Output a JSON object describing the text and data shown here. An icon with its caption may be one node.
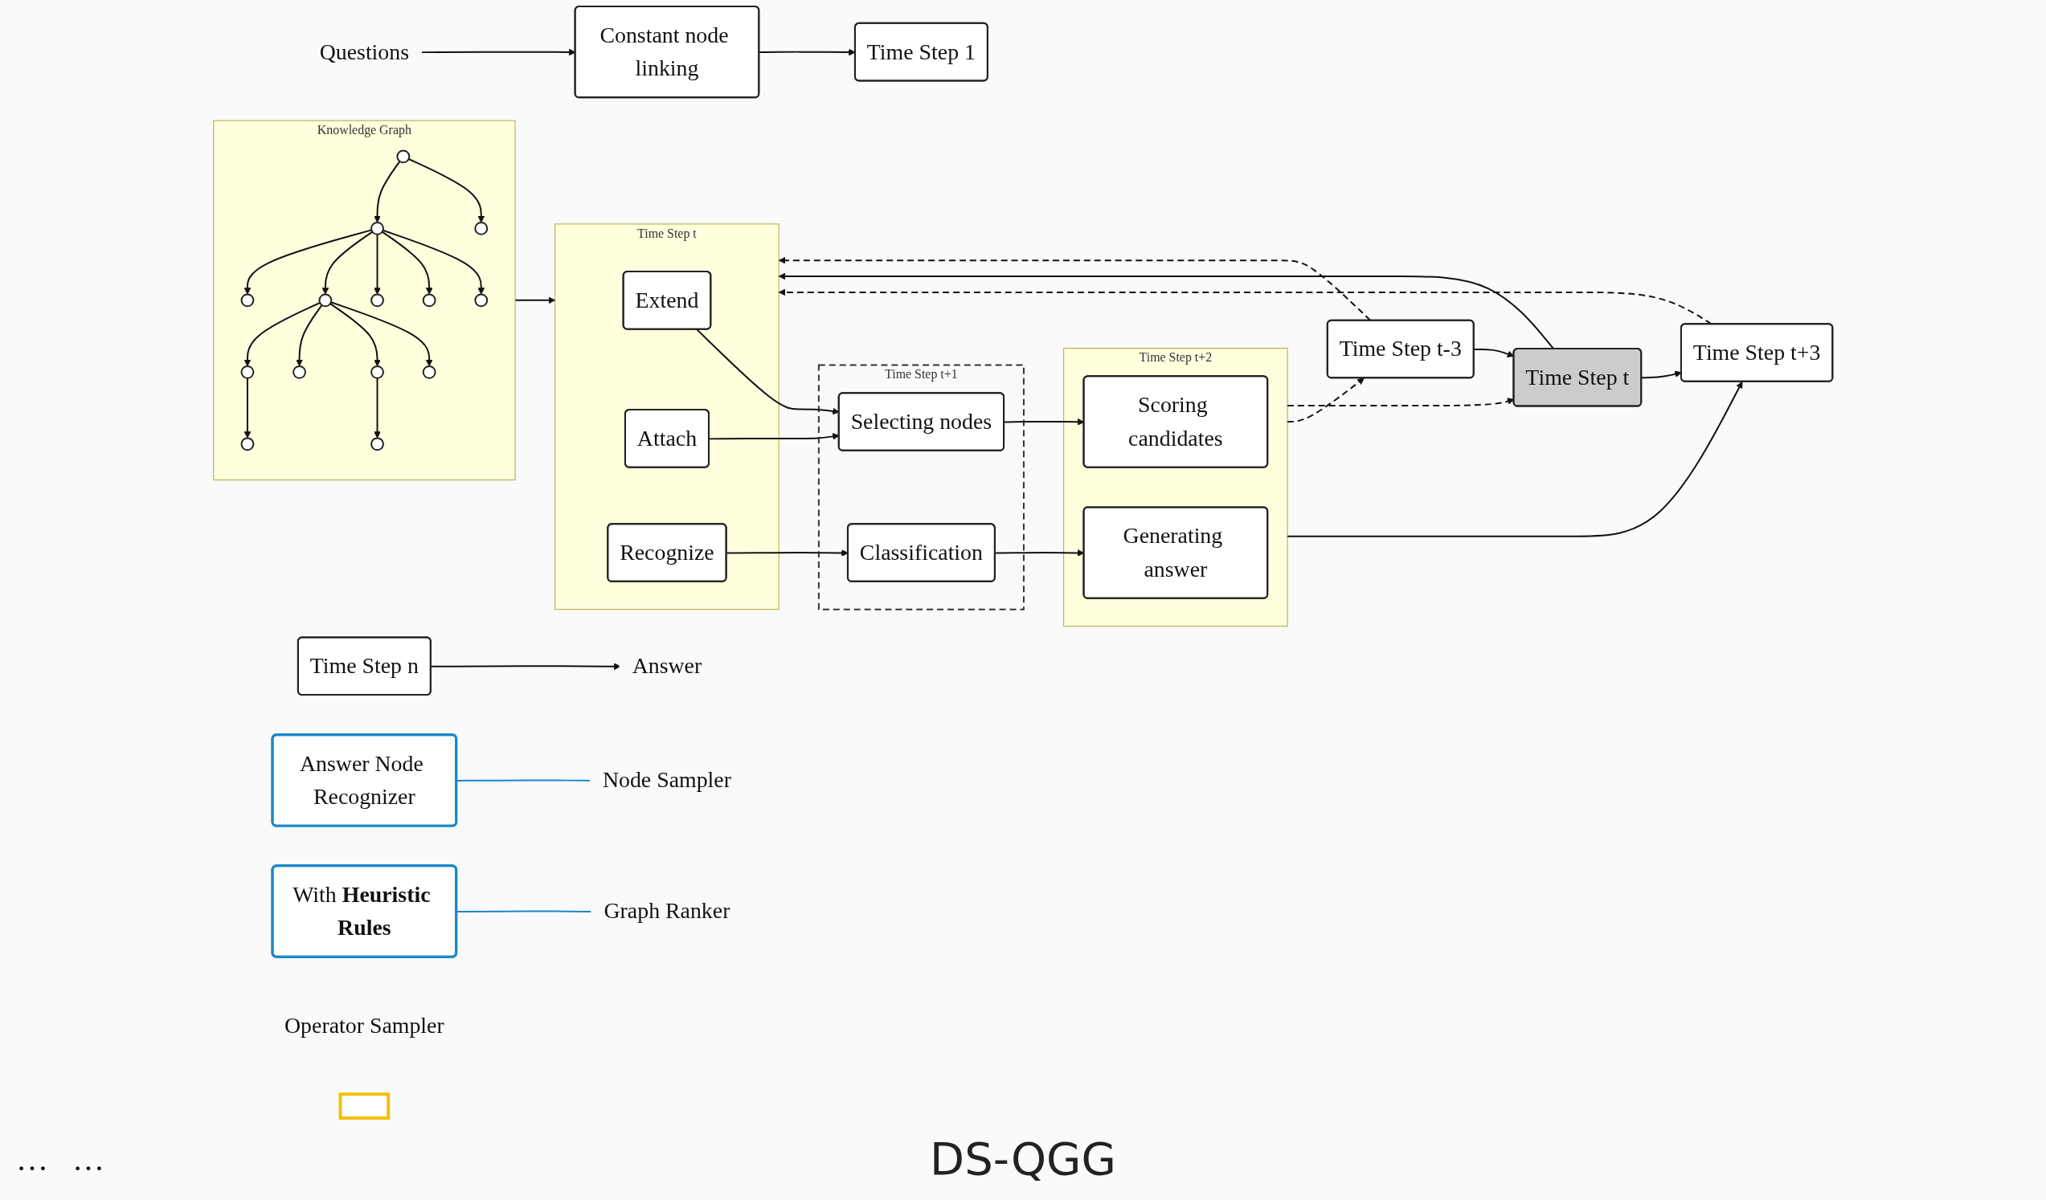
{
  "diagram": {
    "caption": "DS-QGG",
    "nodes": [
      {
        "text": [
          "Knowledge Graph"
        ]
      },
      {
        "text": [],
        "shape": "circle",
        "in": 0
      },
      {
        "text": [],
        "shape": "circle",
        "in": 0
      },
      {
        "text": [],
        "shape": "circle",
        "in": 0
      },
      {
        "text": [],
        "shape": "circle",
        "in": 0
      },
      {
        "text": [],
        "shape": "circle",
        "in": 0
      },
      {
        "text": [],
        "shape": "circle",
        "in": 0
      },
      {
        "text": [],
        "shape": "circle",
        "in": 0
      },
      {
        "text": [],
        "shape": "circle",
        "in": 0
      },
      {
        "text": [],
        "shape": "circle",
        "in": 0
      },
      {
        "text": [],
        "shape": "circle",
        "in": 0
      },
      {
        "text": [],
        "shape": "circle",
        "in": 0
      },
      {
        "text": [],
        "shape": "circle",
        "in": 0
      },
      {
        "text": [],
        "shape": "circle",
        "in": 0
      },
      {
        "text": [],
        "shape": "circle",
        "in": 0
      },
      {
        "text": [
          "Time Step t"
        ]
      },
      {
        "text": [
          "Extend"
        ],
        "in": 15
      },
      {
        "text": [
          "Attach"
        ],
        "in": 15
      },
      {
        "text": [
          "Recognize"
        ],
        "in": 15
      },
      {
        "text": [
          "Time Step t+1"
        ]
      },
      {
        "text": [
          "Selecting nodes"
        ],
        "in": 19
      },
      {
        "text": [
          "Classification"
        ],
        "in": 19
      },
      {
        "text": [
          "Time Step t+2"
        ]
      },
      {
        "text": [
          "Scoring candidates"
        ],
        "in": 22
      },
      {
        "text": [
          "Generating answer"
        ],
        "in": 22
      },
      {
        "text": [
          "Questions"
        ]
      },
      {
        "text": [
          "Constant node linking"
        ]
      },
      {
        "text": [
          "Time Step 1"
        ]
      },
      {
        "text": [
          "Time Step t-3"
        ]
      },
      {
        "text": [
          "Time Step t"
        ]
      },
      {
        "text": [
          "Time Step t+3"
        ]
      },
      {
        "text": [
          "Time Step n"
        ]
      },
      {
        "text": [
          "Answer"
        ]
      },
      {
        "text": [
          "Answer Node Recognizer"
        ]
      },
      {
        "text": [
          "With **Heuristic Rules**"
        ]
      },
      {
        "text": [
          "Operator Sampler"
        ]
      },
      {
        "text": [
          "Node Sampler"
        ]
      },
      {
        "text": [
          "Graph Ranker"
        ]
      },
      {
        "text": [],
        "shape": "box"
      }
    ],
    "edges": [
      {
        "from": 2,
        "to": 1,
        "arrow": "to"
      },
      {
        "from": 7,
        "to": 3,
        "arrow": "to"
      },
      {
        "from": 6,
        "to": 2,
        "arrow": "to"
      },
      {
        "from": 6,
        "to": 4,
        "arrow": "to"
      },
      {
        "from": 7,
        "to": 5,
        "arrow": "to"
      },
      {
        "from": 7,
        "to": 6,
        "arrow": "to"
      },
      {
        "from": 7,
        "to": 8,
        "arrow": "to"
      },
      {
        "from": 11,
        "to": 7,
        "arrow": "to"
      },
      {
        "from": 11,
        "to": 13,
        "arrow": "to"
      },
      {
        "from": 7,
        "to": 12,
        "arrow": "to"
      },
      {
        "from": 6,
        "to": 9,
        "arrow": "to"
      },
      {
        "from": 6,
        "to": 10,
        "arrow": "to"
      },
      {
        "from": 9,
        "to": 14,
        "arrow": "to"
      },
      {
        "from": 0,
        "to": 15,
        "arrow": "to"
      },
      {
        "from": 16,
        "to": 20,
        "arrow": "to"
      },
      {
        "from": 17,
        "to": 20,
        "arrow": "to"
      },
      {
        "from": 20,
        "to": 23,
        "arrow": "to"
      },
      {
        "from": 18,
        "to": 21,
        "arrow": "to"
      },
      {
        "from": 21,
        "to": 24,
        "arrow": "to"
      },
      {
        "from": 25,
        "to": 26,
        "arrow": "to"
      },
      {
        "from": 26,
        "to": 27,
        "arrow": "to"
      },
      {
        "from": 28,
        "to": 29,
        "arrow": "to"
      },
      {
        "from": 29,
        "to": 30,
        "arrow": "to"
      },
      {
        "from": 31,
        "to": 32,
        "arrow": "to"
      },
      {
        "from": 29,
        "to": 15,
        "arrow": "to"
      },
      {
        "from": 28,
        "to": 15,
        "arrow": "to",
        "style": "dashed"
      },
      {
        "from": 30,
        "to": 15,
        "arrow": "to",
        "style": "dashed"
      },
      {
        "from": 22,
        "to": 30,
        "arrow": "to"
      },
      {
        "from": 22,
        "to": 28,
        "arrow": "to",
        "style": "dashed"
      },
      {
        "from": 22,
        "to": 29,
        "arrow": "to",
        "style": "dashed"
      },
      {
        "from": 33,
        "to": 36,
        "arrow": "none",
        "color": "#1a86c8"
      },
      {
        "from": 34,
        "to": 37,
        "arrow": "none",
        "color": "#1a86c8"
      }
    ],
    "labels": [
      "…",
      "…"
    ]
  }
}
